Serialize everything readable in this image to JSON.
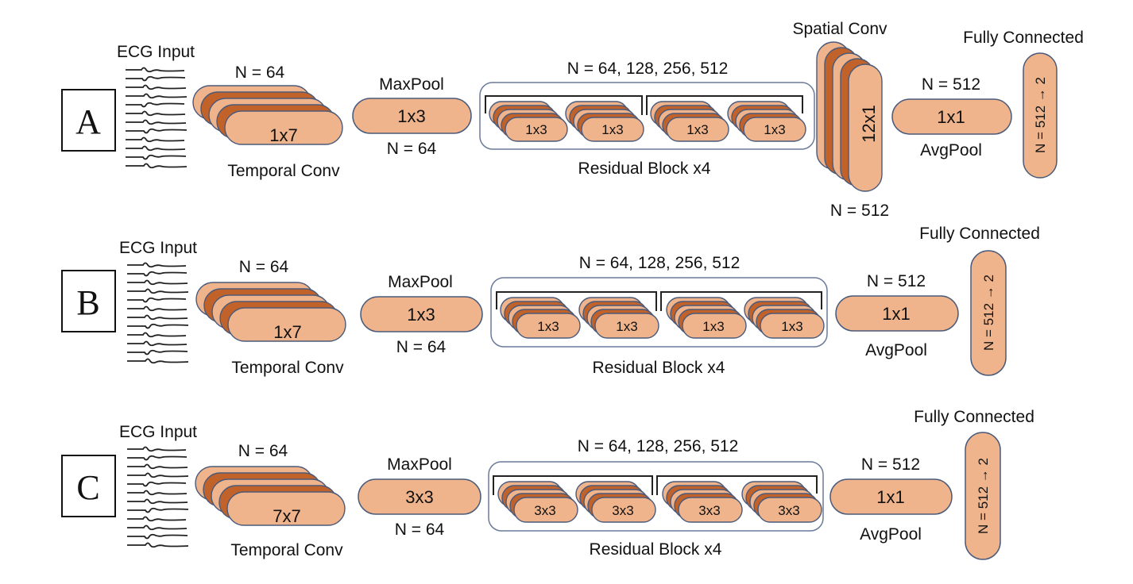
{
  "colors": {
    "light_fill": "#F0B48C",
    "dark_fill": "#C0622A",
    "stroke": "#4A5A7A",
    "container_stroke": "#6A7A98",
    "text": "#111111"
  },
  "rows": [
    {
      "id": "A",
      "letter": "A",
      "ecg_label": "ECG Input",
      "temporal_conv": {
        "n": "N = 64",
        "kernel": "1x7",
        "label": "Temporal Conv"
      },
      "maxpool": {
        "title": "MaxPool",
        "kernel": "1x3",
        "n": "N = 64"
      },
      "residual": {
        "n": "N = 64, 128, 256, 512",
        "kernels": [
          "1x3",
          "1x3",
          "1x3",
          "1x3"
        ],
        "label": "Residual Block x4"
      },
      "spatial_conv": {
        "title": "Spatial Conv",
        "kernel": "12x1",
        "n": "N = 512"
      },
      "avgpool": {
        "n": "N = 512",
        "kernel": "1x1",
        "label": "AvgPool"
      },
      "fc": {
        "title": "Fully Connected",
        "text": "N = 512 → 2"
      }
    },
    {
      "id": "B",
      "letter": "B",
      "ecg_label": "ECG Input",
      "temporal_conv": {
        "n": "N = 64",
        "kernel": "1x7",
        "label": "Temporal Conv"
      },
      "maxpool": {
        "title": "MaxPool",
        "kernel": "1x3",
        "n": "N = 64"
      },
      "residual": {
        "n": "N = 64, 128, 256, 512",
        "kernels": [
          "1x3",
          "1x3",
          "1x3",
          "1x3"
        ],
        "label": "Residual Block x4"
      },
      "avgpool": {
        "n": "N = 512",
        "kernel": "1x1",
        "label": "AvgPool"
      },
      "fc": {
        "title": "Fully Connected",
        "text": "N = 512 → 2"
      }
    },
    {
      "id": "C",
      "letter": "C",
      "ecg_label": "ECG Input",
      "temporal_conv": {
        "n": "N = 64",
        "kernel": "7x7",
        "label": "Temporal Conv"
      },
      "maxpool": {
        "title": "MaxPool",
        "kernel": "3x3",
        "n": "N = 64"
      },
      "residual": {
        "n": "N = 64, 128, 256, 512",
        "kernels": [
          "3x3",
          "3x3",
          "3x3",
          "3x3"
        ],
        "label": "Residual Block x4"
      },
      "avgpool": {
        "n": "N = 512",
        "kernel": "1x1",
        "label": "AvgPool"
      },
      "fc": {
        "title": "Fully Connected",
        "text": "N = 512 → 2"
      }
    }
  ]
}
